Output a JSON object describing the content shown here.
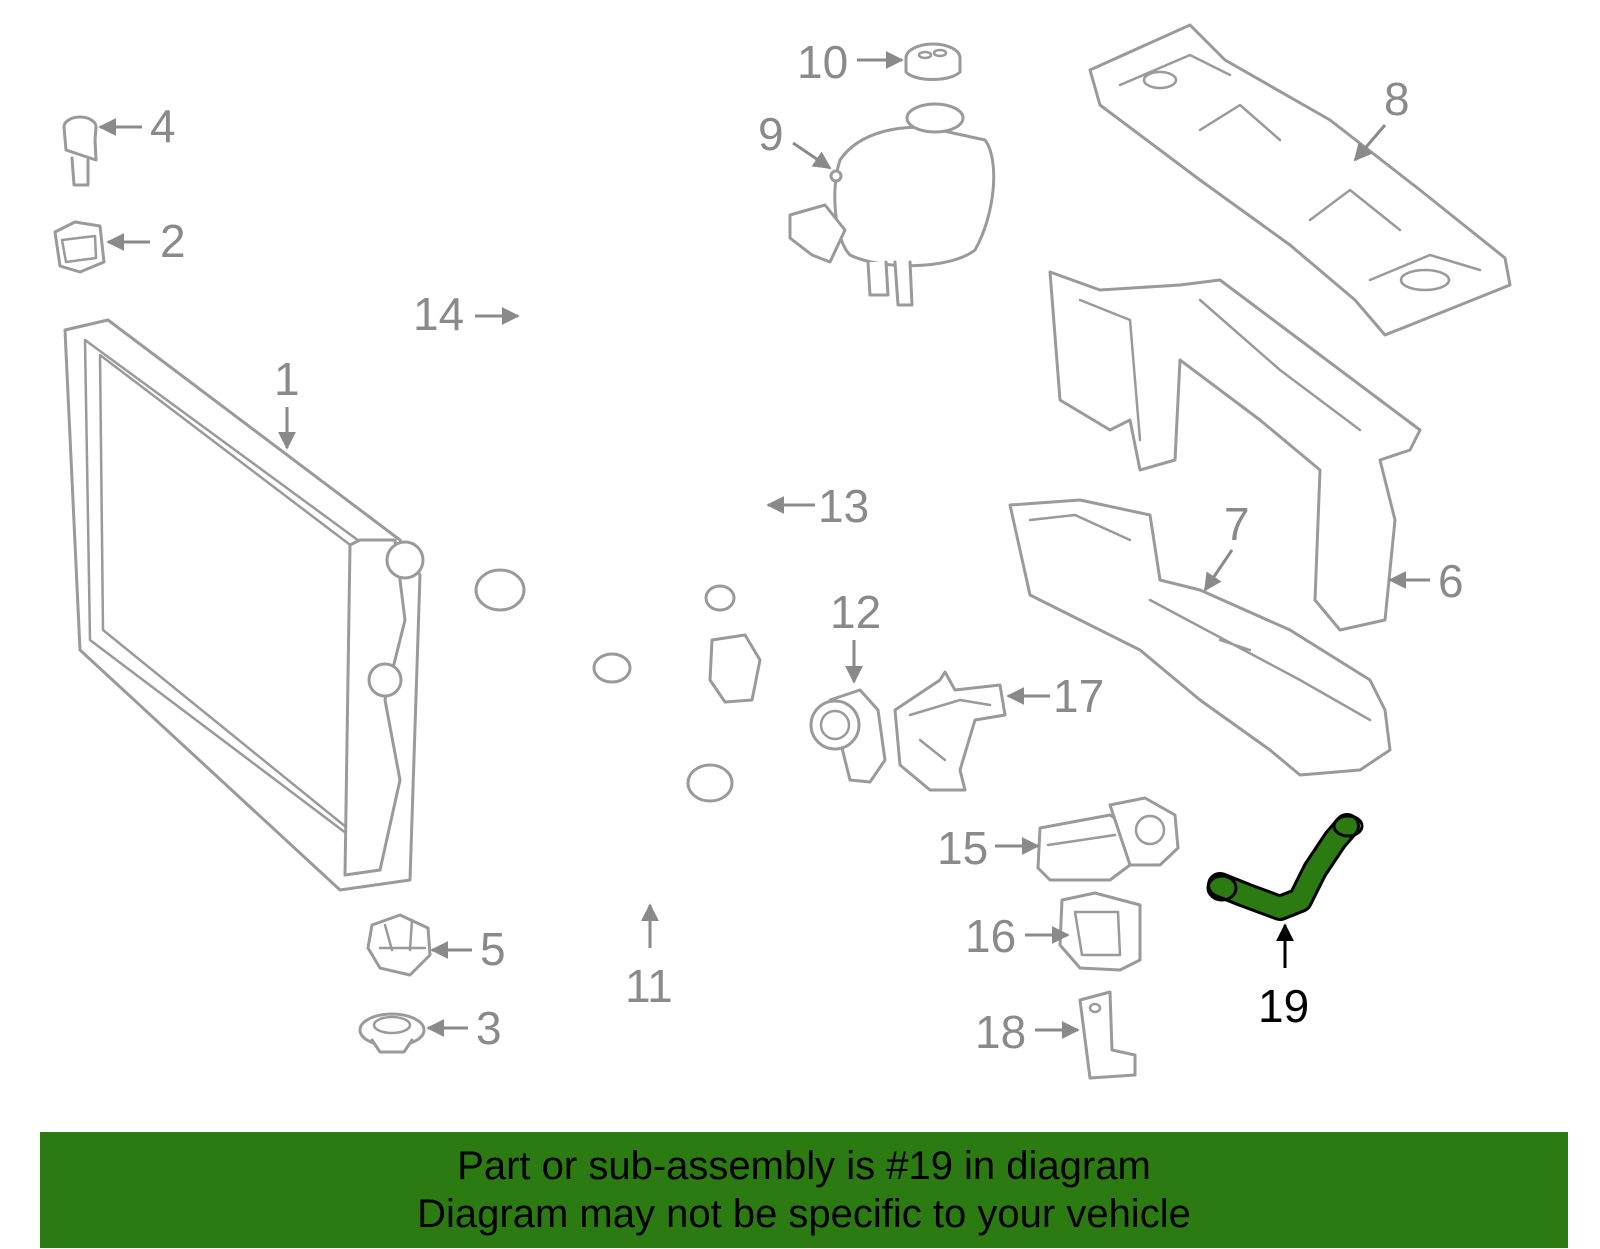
{
  "diagram": {
    "callouts": [
      "1",
      "2",
      "3",
      "4",
      "5",
      "6",
      "7",
      "8",
      "9",
      "10",
      "11",
      "12",
      "13",
      "14",
      "15",
      "16",
      "17",
      "18",
      "19"
    ],
    "highlighted_part": "19",
    "highlight_color": "#2c7a12",
    "part_line_color": "#9a9a9a"
  },
  "banner": {
    "line1": "Part or sub-assembly is #19 in diagram",
    "line2": "Diagram may not be specific to your vehicle",
    "background": "#2c7a12"
  }
}
